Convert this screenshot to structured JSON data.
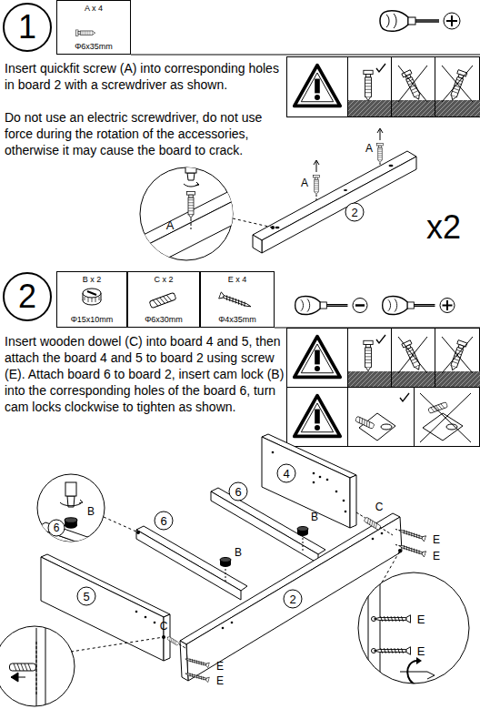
{
  "diagram": {
    "nodes": [
      {
        "text": [
          "1"
        ]
      },
      {
        "text": [
          "A x 4",
          "Φ6x35mm"
        ]
      },
      {
        "text": [
          "2"
        ]
      },
      {
        "text": [
          "B x 2",
          "Φ15x10mm"
        ]
      },
      {
        "text": [
          "C x 2",
          "Φ6x30mm"
        ]
      },
      {
        "text": [
          "E x 4",
          "Φ4x35mm"
        ]
      }
    ],
    "labels": [
      "Insert quickfit screw (A) into corresponding holes in board 2 with a screwdriver as shown.",
      "Do not use an electric screwdriver, do not use force during the rotation of the accessories, otherwise it may cause the board to crack.",
      "A",
      "A",
      "A",
      "2",
      "x2",
      "Insert wooden dowel (C) into board 4 and 5, then attach the board 4 and 5 to board 2 using screw (E). Attach board 6 to board 2, insert cam lock (B) into the corresponding holes of the board 6, turn cam locks clockwise to tighten as shown.",
      "4",
      "6",
      "B",
      "6",
      "B",
      "6",
      "B",
      "C",
      "E",
      "E",
      "5",
      "C",
      "2",
      "E",
      "E",
      "E",
      "E"
    ]
  }
}
